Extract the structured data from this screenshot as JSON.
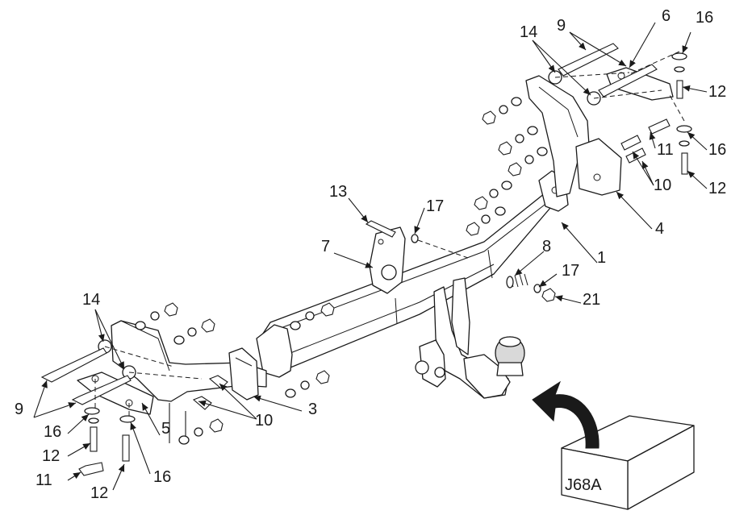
{
  "colors": {
    "ink": "#1a1a1a",
    "paper": "#ffffff",
    "ball_shade": "#d9d9d9"
  },
  "callouts": {
    "c1": "1",
    "c3": "3",
    "c4": "4",
    "c5": "5",
    "c6": "6",
    "c7": "7",
    "c8": "8",
    "c9_left": "9",
    "c9_right": "9",
    "c10_left": "10",
    "c10_right": "10",
    "c11_left": "11",
    "c11_right": "11",
    "c12_left_a": "12",
    "c12_left_b": "12",
    "c12_right_a": "12",
    "c12_right_b": "12",
    "c13": "13",
    "c14_left": "14",
    "c14_right": "14",
    "c16_left_a": "16",
    "c16_left_b": "16",
    "c16_right_a": "16",
    "c16_right_b": "16",
    "c17_a": "17",
    "c17_b": "17",
    "c21": "21"
  },
  "kit_box": {
    "label": "J68A",
    "icon": "curved-arrow-icon"
  }
}
